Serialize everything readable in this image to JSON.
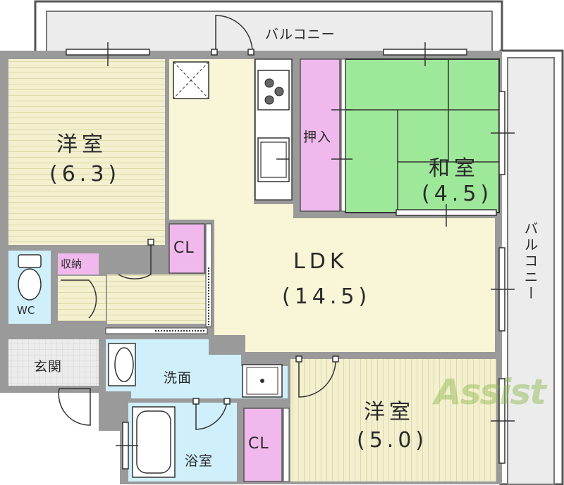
{
  "floor_plan": {
    "balcony_top": "バルコニー",
    "balcony_right": "バルコニー",
    "western_room_1": {
      "name": "洋室",
      "size": "(6.3)"
    },
    "western_room_2": {
      "name": "洋室",
      "size": "(5.0)"
    },
    "japanese_room": {
      "name": "和室",
      "size": "(4.5)"
    },
    "ldk": {
      "name": "LDK",
      "size": "(14.5)"
    },
    "oshiire": "押入",
    "closet_1": "CL",
    "closet_2": "CL",
    "storage": "収納",
    "wc": "WC",
    "entrance": "玄関",
    "washroom": "洗面",
    "bathroom": "浴室"
  },
  "watermark": {
    "text": "Assist",
    "color": "#8ab84a"
  },
  "colors": {
    "wood_floor": "#f3f0cf",
    "ldk_floor": "#f8f6d6",
    "tatami": "#9ee89a",
    "closet": "#f0b8ec",
    "wet_area": "#cfeffa",
    "wall": "#8a8a8a",
    "balcony": "#ececec"
  }
}
